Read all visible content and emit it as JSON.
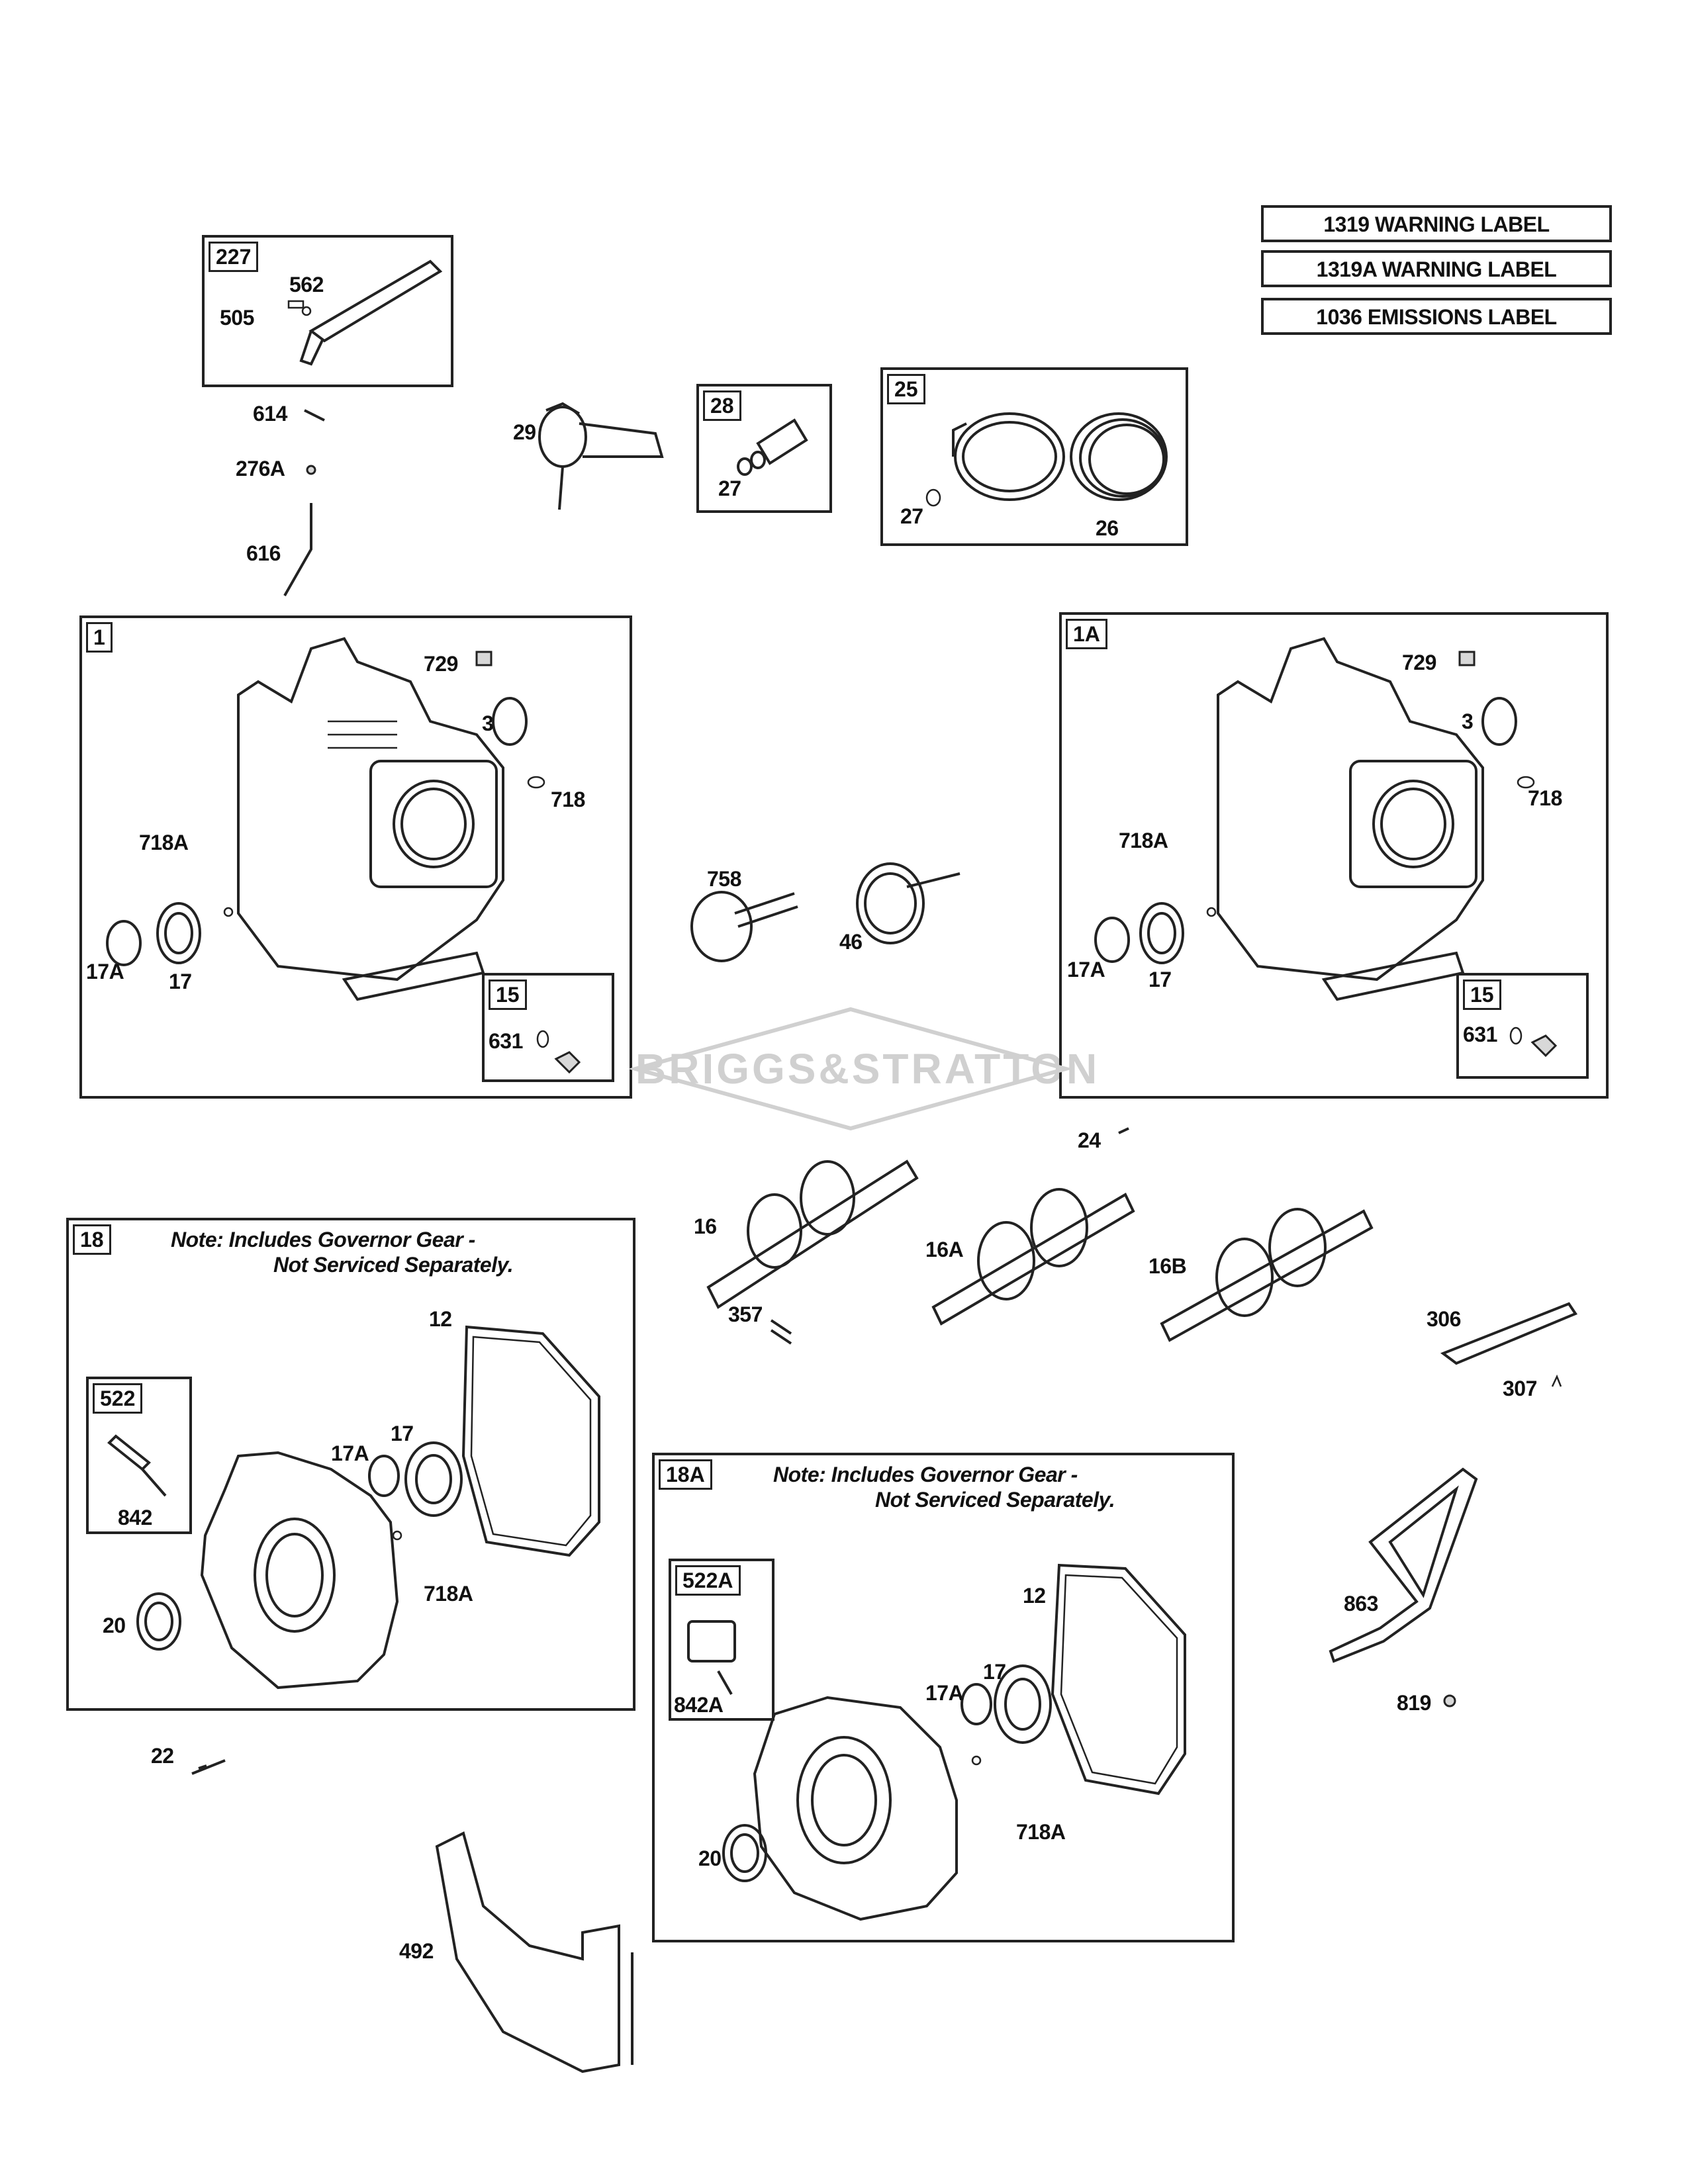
{
  "legend": {
    "warning_1319": "1319 WARNING LABEL",
    "warning_1319A": "1319A WARNING LABEL",
    "emissions_1036": "1036 EMISSIONS LABEL"
  },
  "watermark": "BRIGGS&STRATTON",
  "box_tags": {
    "b227": "227",
    "b28": "28",
    "b25": "25",
    "b1": "1",
    "b15a": "15",
    "b1A": "1A",
    "b15b": "15",
    "b18": "18",
    "b522": "522",
    "b18A": "18A",
    "b522A": "522A"
  },
  "notes": {
    "line1": "Note: Includes Governor Gear -",
    "line2": "Not Serviced Separately."
  },
  "labels": {
    "p562": "562",
    "p505": "505",
    "p614": "614",
    "p276A": "276A",
    "p616": "616",
    "p29": "29",
    "p27a": "27",
    "p27b": "27",
    "p26": "26",
    "l1_729": "729",
    "l1_3": "3",
    "l1_718": "718",
    "l1_718A": "718A",
    "l1_17A": "17A",
    "l1_17": "17",
    "l1_631": "631",
    "p758": "758",
    "p46": "46",
    "r1_729": "729",
    "r1_3": "3",
    "r1_718": "718",
    "r1_718A": "718A",
    "r1_17A": "17A",
    "r1_17": "17",
    "r1_631": "631",
    "p24": "24",
    "p16": "16",
    "p16A": "16A",
    "p16B": "16B",
    "p357": "357",
    "p306": "306",
    "p307": "307",
    "b18_12": "12",
    "b18_17A": "17A",
    "b18_17": "17",
    "b18_842": "842",
    "b18_718A": "718A",
    "b18_20": "20",
    "p22": "22",
    "b18A_12": "12",
    "b18A_17A": "17A",
    "b18A_17": "17",
    "b18A_842A": "842A",
    "b18A_718A": "718A",
    "b18A_20": "20",
    "p863": "863",
    "p819": "819",
    "p492": "492"
  }
}
